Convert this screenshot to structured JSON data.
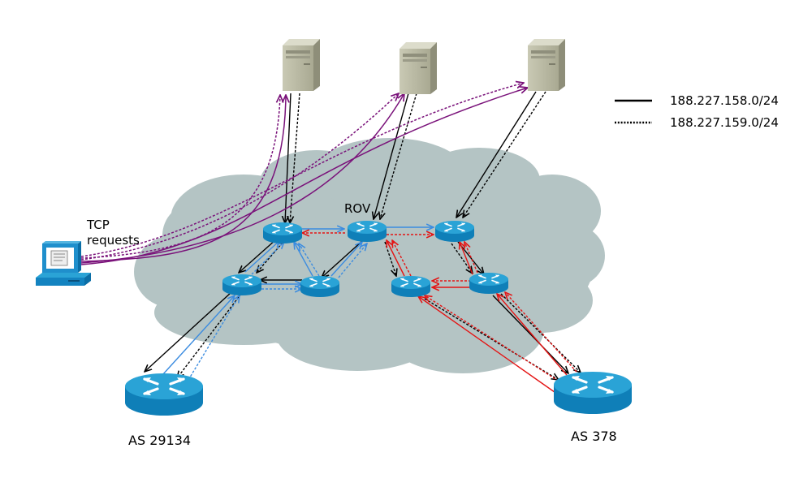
{
  "labels": {
    "tcp_line1": "TCP",
    "tcp_line2": "requests",
    "rov": "ROV",
    "as_left": "AS 29134",
    "as_right": "AS 378"
  },
  "legend": {
    "solid": "188.227.158.0/24",
    "dotted": "188.227.159.0/24"
  },
  "colors": {
    "cloud": "#b4c4c4",
    "router_top": "#2aa3d6",
    "router_side": "#0f7fb8",
    "server": "#b8b8a2",
    "blue_path": "#3b8ce0",
    "red_path": "#e41414",
    "purple_path": "#7a127a",
    "black_path": "#000000"
  },
  "icons": {
    "servers": [
      "server-icon",
      "server-icon",
      "server-icon"
    ],
    "routers": [
      "router-icon"
    ],
    "client": "computer-icon"
  }
}
